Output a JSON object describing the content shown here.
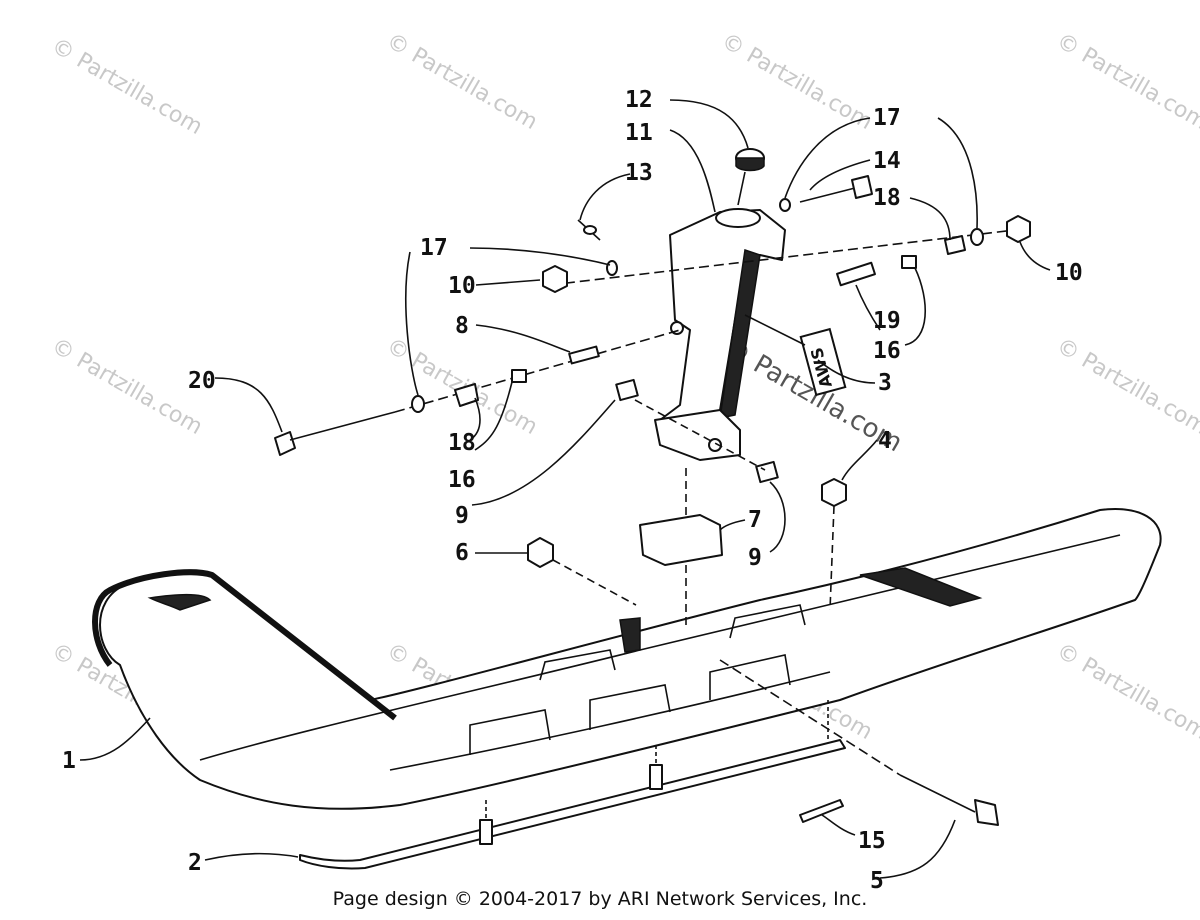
{
  "watermark_text": "© Partzilla.com",
  "footer_text": "Page design © 2004-2017 by ARI Network Services, Inc.",
  "label_text": "AWS",
  "callouts": {
    "c1": "1",
    "c2": "2",
    "c3": "3",
    "c4": "4",
    "c5": "5",
    "c6": "6",
    "c7": "7",
    "c8": "8",
    "c9a": "9",
    "c9b": "9",
    "c10a": "10",
    "c10b": "10",
    "c11": "11",
    "c12": "12",
    "c13": "13",
    "c14": "14",
    "c15": "15",
    "c16a": "16",
    "c16b": "16",
    "c17a": "17",
    "c17b": "17",
    "c18a": "18",
    "c18b": "18",
    "c19": "19",
    "c20": "20"
  }
}
